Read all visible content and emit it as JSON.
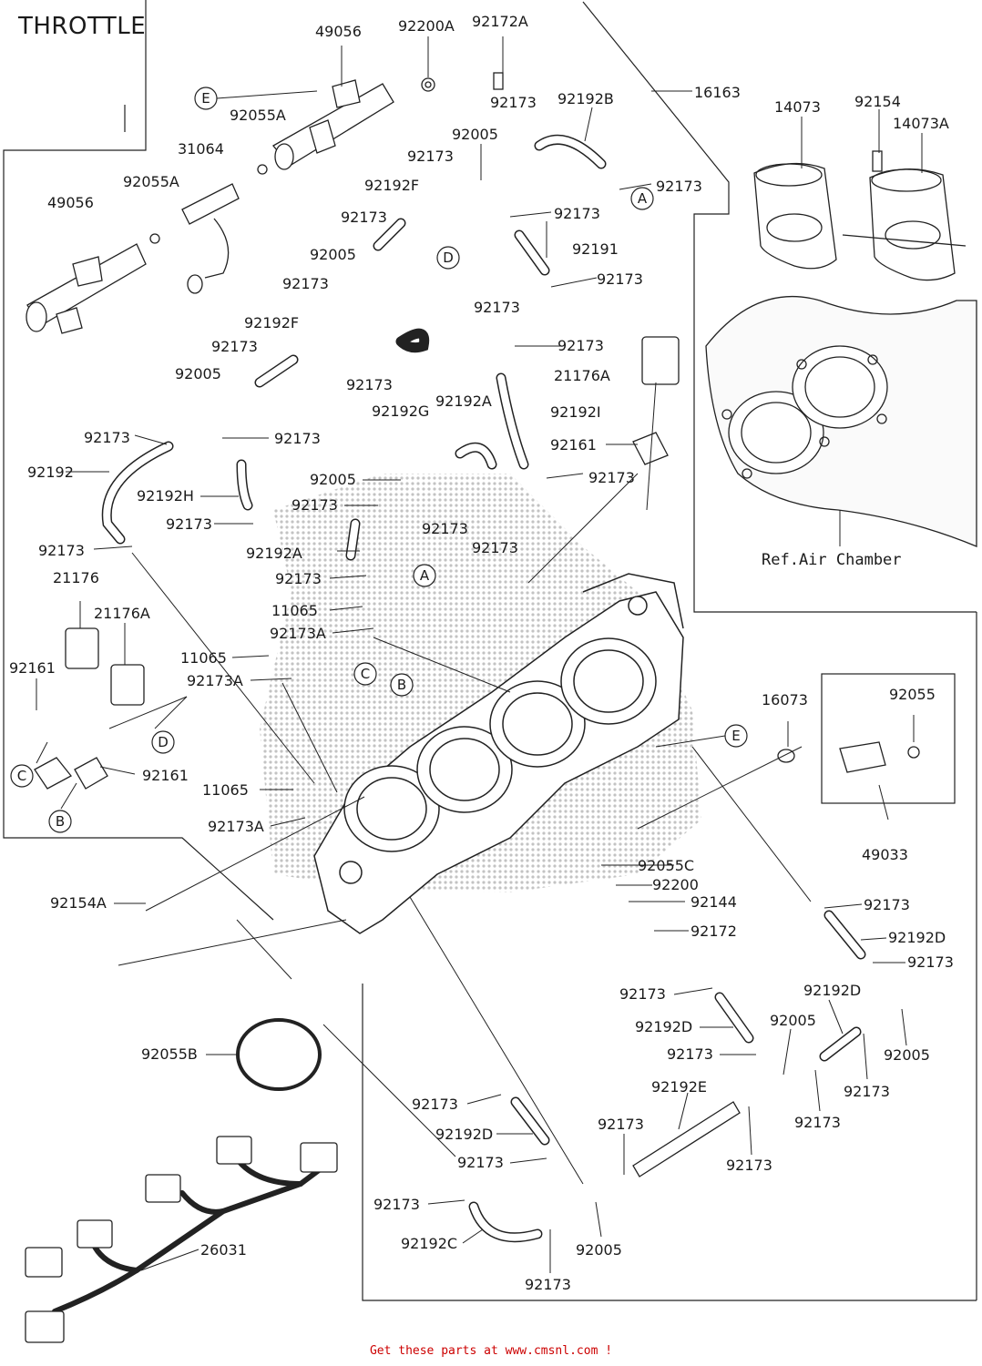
{
  "title": "THROTTLE",
  "footer": "Get these parts at www.cmsnl.com !",
  "ref_label": "Ref.Air Chamber",
  "callouts": [
    "A",
    "B",
    "C",
    "D",
    "E"
  ],
  "parts": [
    "49056",
    "92200A",
    "92172A",
    "92055A",
    "31064",
    "16163",
    "92173",
    "92192B",
    "92005",
    "92192F",
    "92191",
    "14073",
    "92154",
    "14073A",
    "92192G",
    "21176A",
    "92192I",
    "92161",
    "92192A",
    "92192",
    "92192H",
    "21176",
    "11065",
    "92173A",
    "16073",
    "92055",
    "49033",
    "92055C",
    "92200",
    "92144",
    "92172",
    "92154A",
    "92192D",
    "92055B",
    "92192E",
    "92192C",
    "26031"
  ]
}
